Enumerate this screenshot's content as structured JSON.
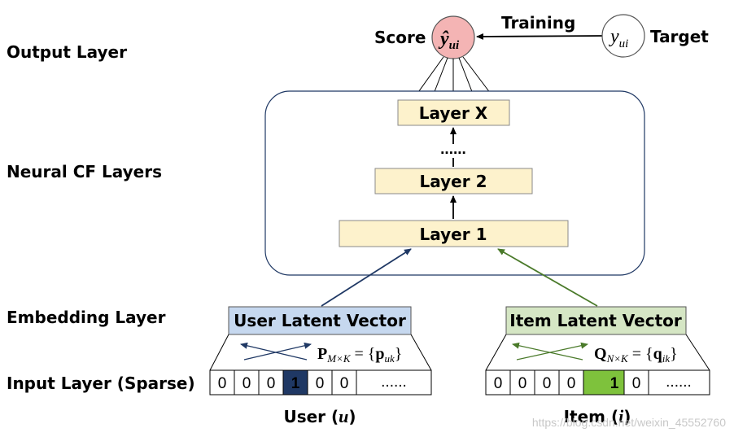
{
  "layer_labels": {
    "output": "Output Layer",
    "neural": "Neural CF Layers",
    "embedding": "Embedding Layer",
    "input": "Input Layer (Sparse)"
  },
  "output": {
    "score_label": "Score",
    "score_symbol": "ŷ",
    "score_sub": "ui",
    "training_label": "Training",
    "target_symbol": "y",
    "target_sub": "ui",
    "target_label": "Target"
  },
  "ncf": {
    "layer_x": "Layer X",
    "dots": "......",
    "layer_2": "Layer 2",
    "layer_1": "Layer 1"
  },
  "embedding": {
    "user_vector": "User Latent Vector",
    "item_vector": "Item Latent Vector",
    "user_matrix_main": "P",
    "user_matrix_sub": "M×K",
    "user_matrix_rhs_open": " = {",
    "user_matrix_rhs_bold": "p",
    "user_matrix_rhs_sub": "uk",
    "user_matrix_rhs_close": "}",
    "item_matrix_main": "Q",
    "item_matrix_sub": "N×K",
    "item_matrix_rhs_open": " = {",
    "item_matrix_rhs_bold": "q",
    "item_matrix_rhs_sub": "ik",
    "item_matrix_rhs_close": "}"
  },
  "input": {
    "user_cells": [
      "0",
      "0",
      "0",
      "1",
      "0",
      "0",
      "......"
    ],
    "item_cells": [
      "0",
      "0",
      "0",
      "0",
      "1",
      "0",
      "......"
    ],
    "user_caption_pre": "User (",
    "user_caption_var": "u",
    "user_caption_post": ")",
    "item_caption_pre": "Item (",
    "item_caption_var": "i",
    "item_caption_post": ")"
  },
  "watermark": "https://blog.csdn.net/weixin_45552760",
  "colors": {
    "score_fill": "#f4b4b4",
    "layer_fill": "#fdf2cc",
    "user_vector_fill": "#c6d8ef",
    "item_vector_fill": "#d5e6c4",
    "user_active_cell": "#1f3864",
    "item_active_cell": "#7ec23c",
    "user_arrow": "#1f3864",
    "item_arrow": "#4a7a2a"
  }
}
